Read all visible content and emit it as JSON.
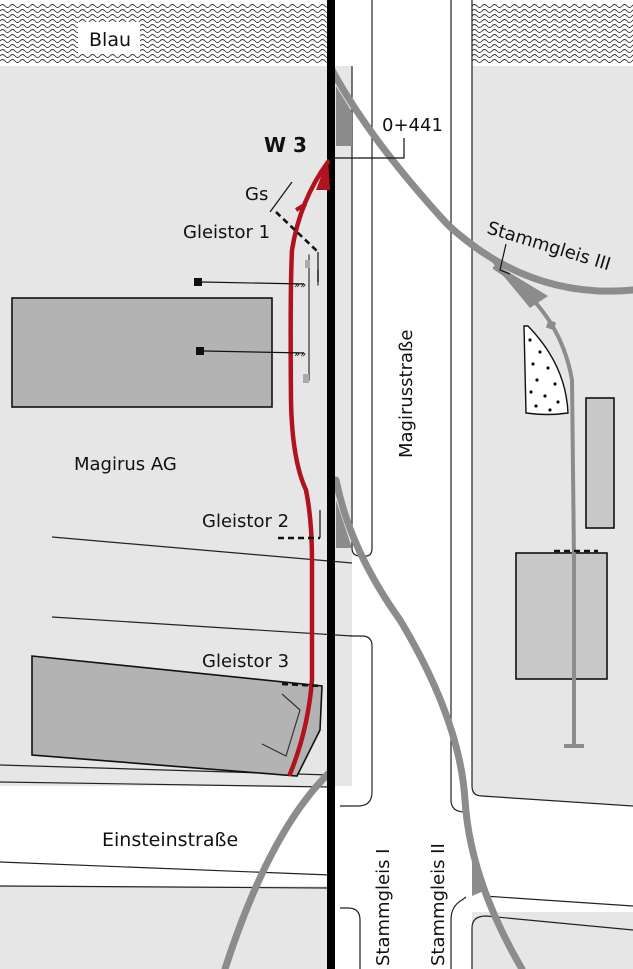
{
  "map": {
    "labels": {
      "water": "Blau",
      "km_marker": "0+441",
      "switch": "W 3",
      "gs": "Gs",
      "gate1": "Gleistor 1",
      "gate2": "Gleistor 2",
      "gate3": "Gleistor 3",
      "company": "Magirus AG",
      "street_vertical": "Magirusstraße",
      "street_horizontal": "Einsteinstraße",
      "siding3": "Stammgleis III",
      "siding1": "Stammgleis I",
      "siding2": "Stammgleis II"
    },
    "colors": {
      "area_fill": "#e6e6e6",
      "building_fill": "#b3b3b3",
      "building_fill_light": "#c8c8c8",
      "track_grey": "#8c8c8c",
      "main_line": "#000000",
      "highlight_track": "#b0131e",
      "water_lines": "#333333"
    }
  }
}
